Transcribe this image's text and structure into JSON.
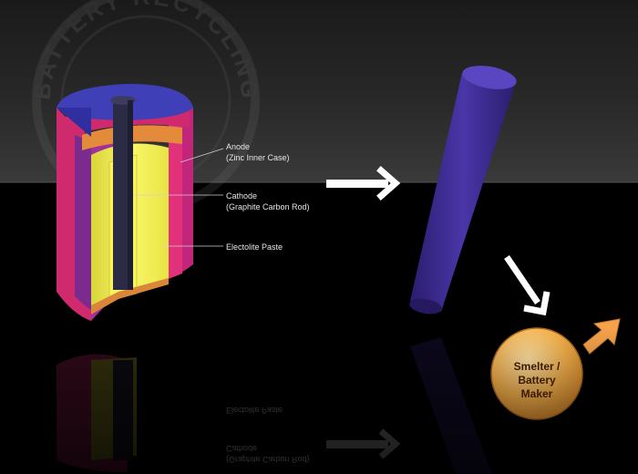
{
  "labels": {
    "anode_line1": "Anode",
    "anode_line2": "(Zinc Inner Case)",
    "cathode_line1": "Cathode",
    "cathode_line2": "(Graphite Carbon Rod)",
    "paste": "Electolite Paste"
  },
  "badge": {
    "line1": "Smelter /",
    "line2": "Battery",
    "line3": "Maker"
  },
  "watermark": "BATTERY RECYCLING",
  "colors": {
    "background_top": "#3a3a3a",
    "background_bottom": "#000000",
    "battery_outer": "#e0317a",
    "battery_inner_case": "#8b2c8f",
    "battery_top": "#3f3fb8",
    "electrolyte": "#f5f04a",
    "carbon_rod": "#2d2d4a",
    "rod_color": "#3b2a8c",
    "badge_fill": "#f5b04a",
    "arrow_color": "#ffffff"
  }
}
